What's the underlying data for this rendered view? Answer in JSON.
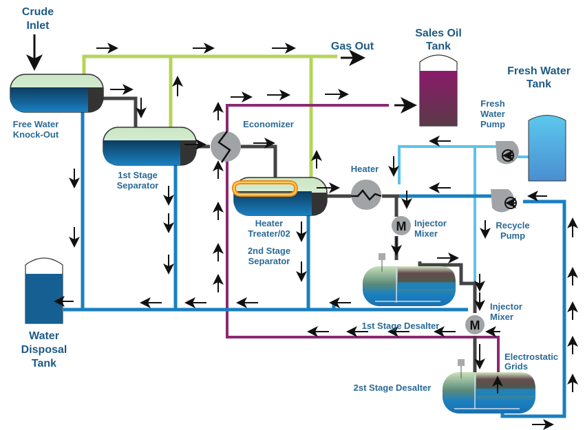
{
  "title": "Crude Oil Processing Flow Diagram",
  "colors": {
    "gas_line": "#b5d45a",
    "water_line": "#1a7fc0",
    "fresh_water_line": "#5cc3ea",
    "oil_line": "#8a2a72",
    "process_line": "#444444",
    "label": "#2a6a96",
    "equipment_gray": "#a0a4a6"
  },
  "labels": {
    "crude_inlet": [
      "Crude",
      "Inlet"
    ],
    "gas_out": "Gas Out",
    "sales_oil_tank": [
      "Sales Oil",
      "Tank"
    ],
    "fresh_water_tank": [
      "Fresh Water",
      "Tank"
    ],
    "fresh_water_pump": [
      "Fresh",
      "Water",
      "Pump"
    ],
    "free_water_knockout": [
      "Free Water",
      "Knock-Out"
    ],
    "first_stage_separator": [
      "1st Stage",
      "Separator"
    ],
    "economizer": "Economizer",
    "heater": "Heater",
    "heater_treater": [
      "Heater",
      "Treater/02"
    ],
    "second_stage_separator": [
      "2nd Stage",
      "Separator"
    ],
    "injector_mixer_1": [
      "Injector",
      "Mixer"
    ],
    "injector_mixer_2": [
      "Injector",
      "Mixer"
    ],
    "recycle_pump": [
      "Recycle",
      "Pump"
    ],
    "first_stage_desalter": "1st Stage Desalter",
    "second_stage_desalter": "2st Stage Desalter",
    "electrostatic_grids": [
      "Electrostatic",
      "Grids"
    ],
    "water_disposal_tank": [
      "Water",
      "Disposal",
      "Tank"
    ],
    "mixer_symbol": "M"
  }
}
